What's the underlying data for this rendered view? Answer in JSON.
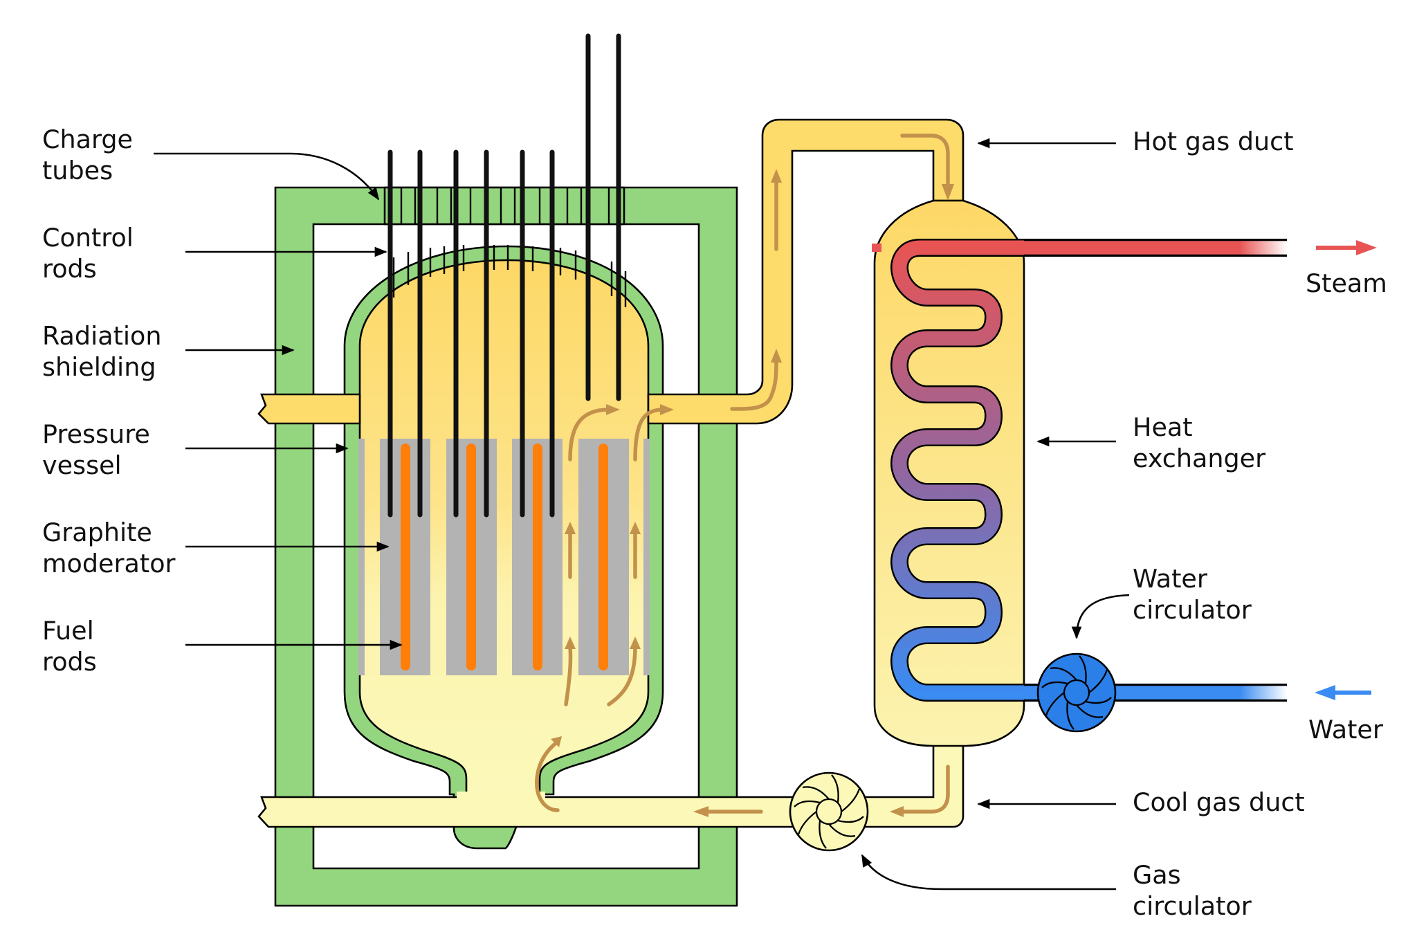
{
  "labels": {
    "charge_tubes": [
      "Charge",
      "tubes"
    ],
    "control_rods": [
      "Control",
      "rods"
    ],
    "radiation_shielding": [
      "Radiation",
      "shielding"
    ],
    "pressure_vessel": [
      "Pressure",
      "vessel"
    ],
    "graphite_moderator": [
      "Graphite",
      "moderator"
    ],
    "fuel_rods": [
      "Fuel",
      "rods"
    ],
    "hot_gas_duct": "Hot gas duct",
    "steam": "Steam",
    "heat_exchanger": [
      "Heat",
      "exchanger"
    ],
    "water_circulator": [
      "Water",
      "circulator"
    ],
    "water": "Water",
    "cool_gas_duct": "Cool gas duct",
    "gas_circulator": [
      "Gas",
      "circulator"
    ]
  },
  "colors": {
    "shielding": "#94d67f",
    "hot_gas": "#fddc6c",
    "cool_gas": "#fcf9b8",
    "graphite": "#b3b3b3",
    "fuel": "#ff7f0a",
    "steam_pipe": "#e65555",
    "water_pipe": "#3b8df0",
    "water_circulator": "#2a7fe8",
    "gas_flow_arrow": "#c2914b"
  }
}
